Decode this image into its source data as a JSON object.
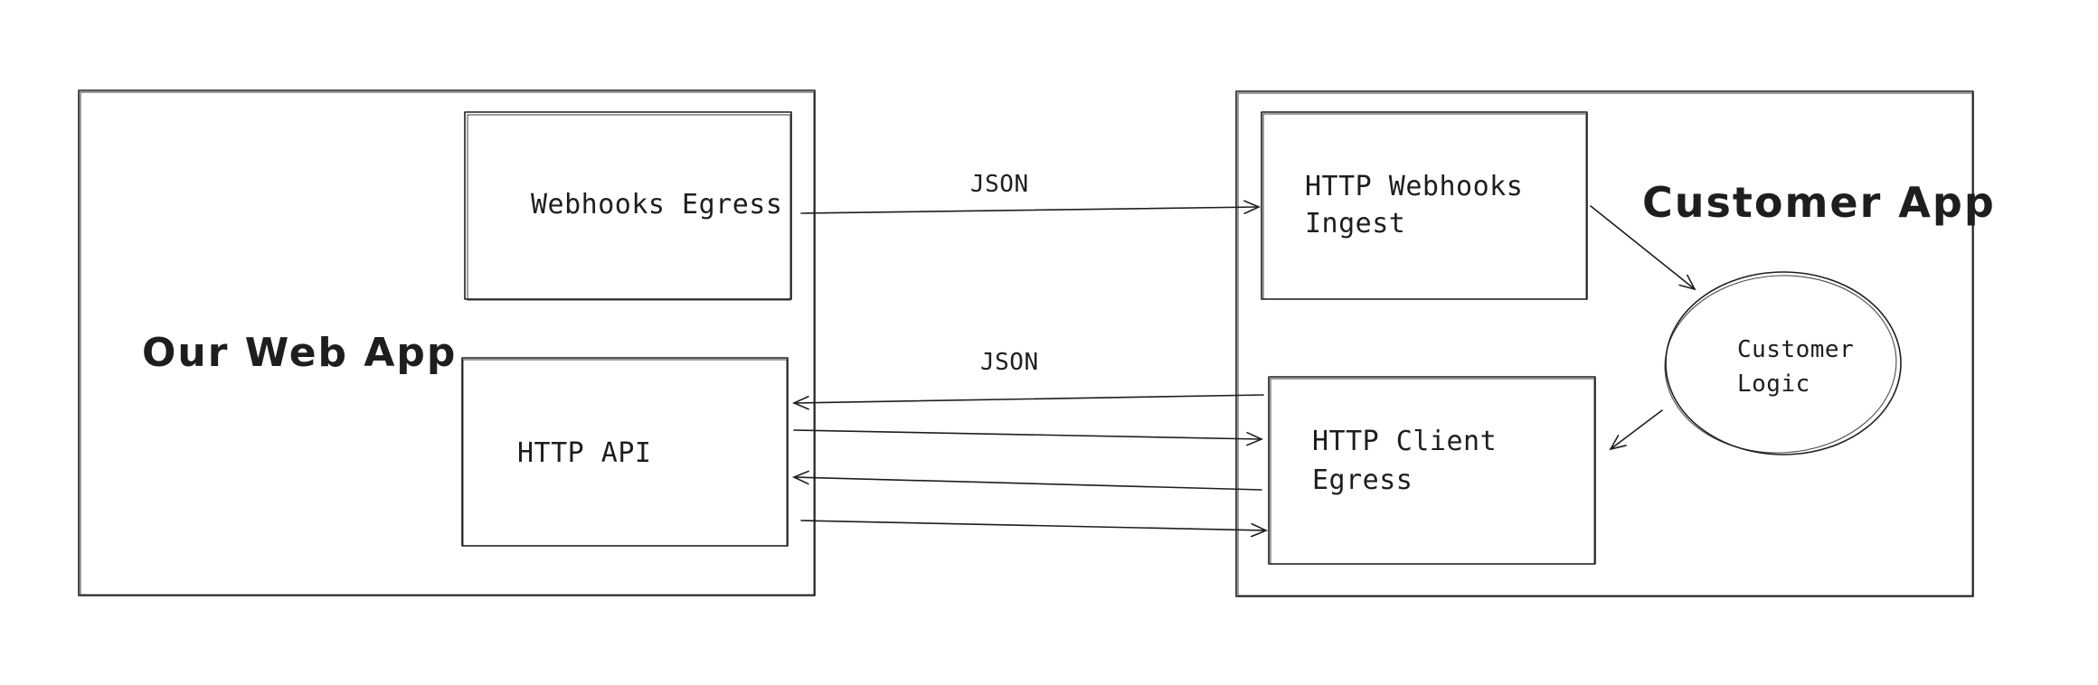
{
  "diagram": {
    "our_app": {
      "title": "Our Web App",
      "webhooks_egress": "Webhooks Egress",
      "http_api": "HTTP API"
    },
    "customer_app": {
      "title": "Customer App",
      "webhooks_ingest_line1": "HTTP Webhooks",
      "webhooks_ingest_line2": "Ingest",
      "client_egress_line1": "HTTP Client",
      "client_egress_line2": "Egress",
      "logic_line1": "Customer",
      "logic_line2": "Logic"
    },
    "edges": {
      "webhook_payload": "JSON",
      "api_payload": "JSON"
    }
  }
}
